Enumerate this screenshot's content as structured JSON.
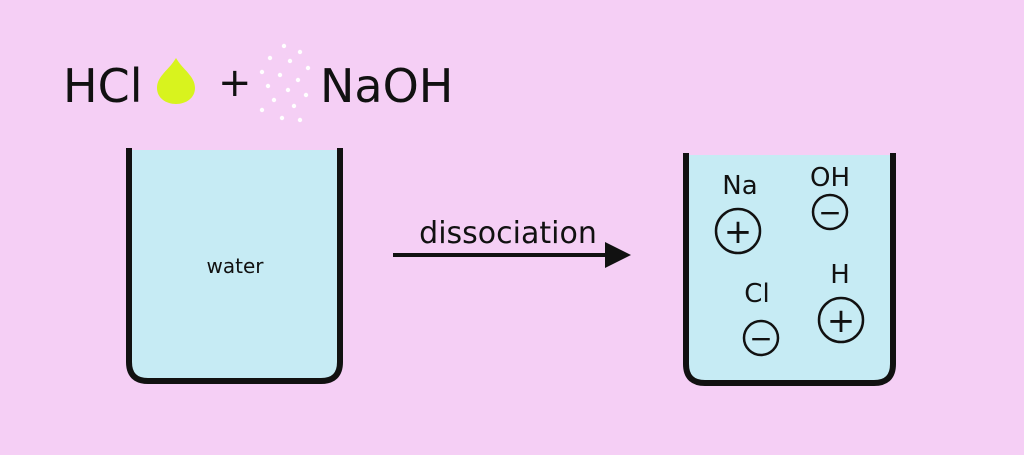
{
  "colors": {
    "background": "#f5cff5",
    "water": "#c6ebf4",
    "stroke": "#111111",
    "acid_drop": "#d8f31e",
    "powder_dots": "#ffffff"
  },
  "equation": {
    "acid": "HCl",
    "acid_icon": "droplet-icon",
    "operator": "+",
    "base_icon": "powder-dots-icon",
    "base": "NaOH"
  },
  "left_beaker": {
    "label": "water"
  },
  "arrow": {
    "label": "dissociation"
  },
  "right_beaker": {
    "ions": [
      {
        "element": "Na",
        "charge": "+"
      },
      {
        "element": "OH",
        "charge": "−"
      },
      {
        "element": "Cl",
        "charge": "−"
      },
      {
        "element": "H",
        "charge": "+"
      }
    ]
  }
}
